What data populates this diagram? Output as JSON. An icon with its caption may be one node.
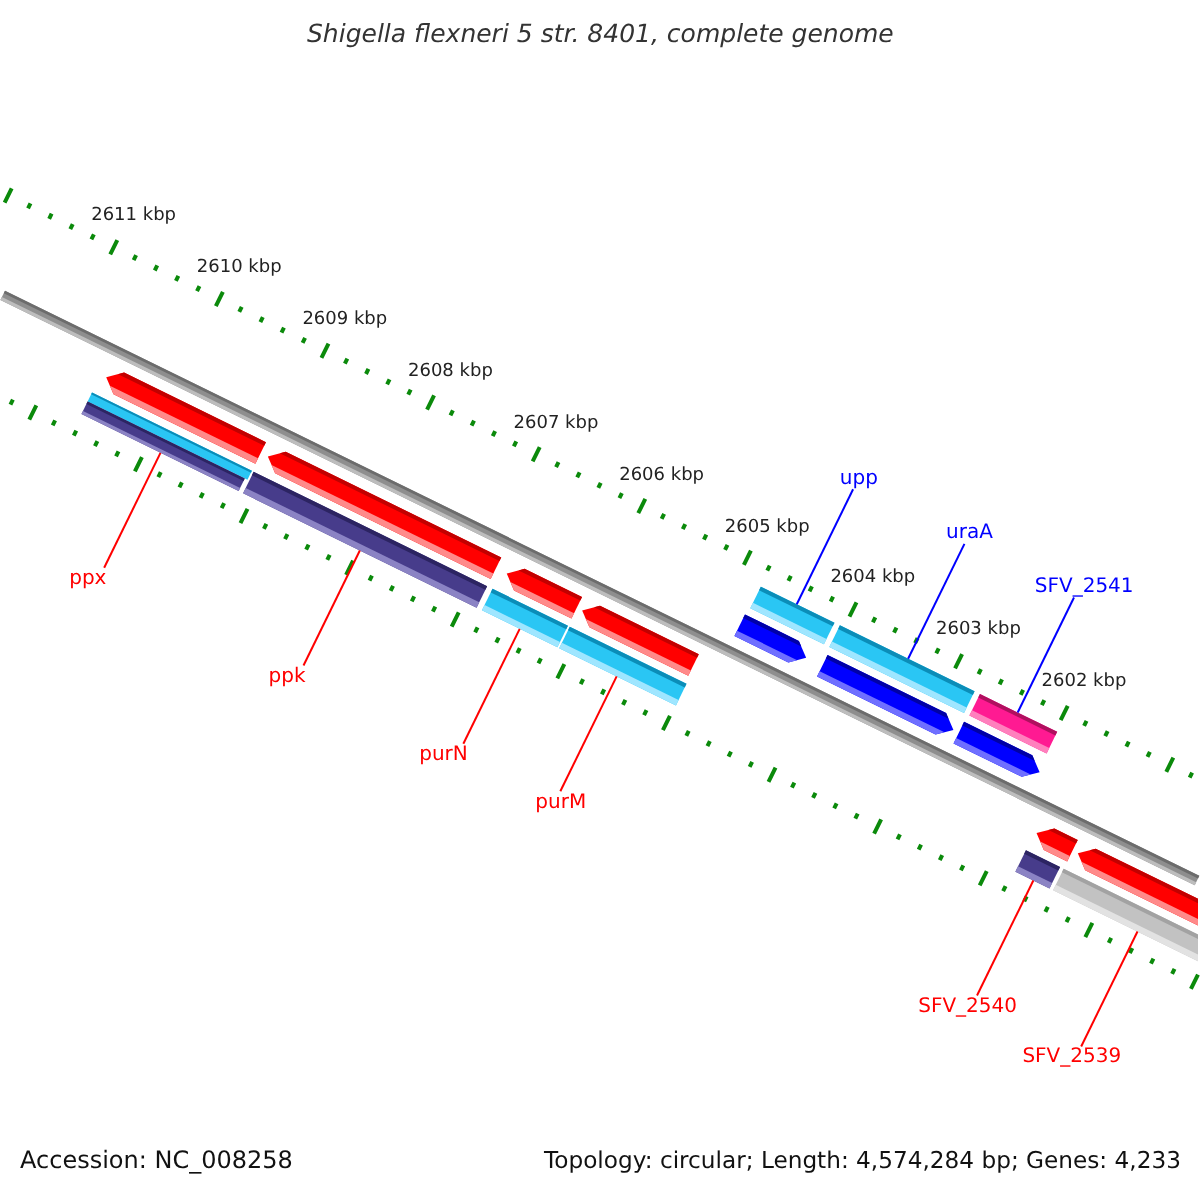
{
  "diagram": {
    "title": "Shigella flexneri 5 str. 8401, complete genome",
    "nodes": [
      {
        "text": [],
        "shape": "pentagon"
      },
      {
        "text": [],
        "shape": "bar"
      },
      {
        "text": [],
        "shape": "bar"
      },
      {
        "text": [
          "ppx"
        ]
      },
      {
        "text": [],
        "shape": "pentagon"
      },
      {
        "text": [],
        "shape": "bar"
      },
      {
        "text": [
          "ppk"
        ]
      },
      {
        "text": [],
        "shape": "pentagon"
      },
      {
        "text": [],
        "shape": "bar"
      },
      {
        "text": [
          "purN"
        ]
      },
      {
        "text": [],
        "shape": "pentagon"
      },
      {
        "text": [],
        "shape": "bar"
      },
      {
        "text": [
          "purM"
        ]
      },
      {
        "text": [],
        "shape": "bar"
      },
      {
        "text": [],
        "shape": "pentagon"
      },
      {
        "text": [
          "upp"
        ]
      },
      {
        "text": [],
        "shape": "bar"
      },
      {
        "text": [],
        "shape": "pentagon"
      },
      {
        "text": [
          "uraA"
        ]
      },
      {
        "text": [],
        "shape": "bar"
      },
      {
        "text": [],
        "shape": "pentagon"
      },
      {
        "text": [
          "SFV_2541"
        ]
      },
      {
        "text": [],
        "shape": "pentagon"
      },
      {
        "text": [],
        "shape": "bar"
      },
      {
        "text": [
          "SFV_2540"
        ]
      },
      {
        "text": [],
        "shape": "pentagon"
      },
      {
        "text": [],
        "shape": "bar"
      },
      {
        "text": [
          "SFV_2539"
        ]
      }
    ],
    "edges": [
      {
        "from": 3,
        "to": 2,
        "arrow": "none"
      },
      {
        "from": 6,
        "to": 5,
        "arrow": "none"
      },
      {
        "from": 9,
        "to": 8,
        "arrow": "none"
      },
      {
        "from": 12,
        "to": 11,
        "arrow": "none"
      },
      {
        "from": 15,
        "to": 13,
        "arrow": "none",
        "color": "#0000ff"
      },
      {
        "from": 18,
        "to": 16,
        "arrow": "none",
        "color": "#0000ff"
      },
      {
        "from": 21,
        "to": 19,
        "arrow": "none",
        "color": "#0000ff"
      },
      {
        "from": 24,
        "to": 23,
        "arrow": "none"
      },
      {
        "from": 27,
        "to": 26,
        "arrow": "none"
      }
    ],
    "labels": [
      "2611 kbp",
      "2610 kbp",
      "2609 kbp",
      "2608 kbp",
      "2607 kbp",
      "2606 kbp",
      "2605 kbp",
      "2604 kbp",
      "2603 kbp",
      "2602 kbp",
      "Accession: NC_008258",
      "Topology: circular; Length: 4,574,284 bp; Genes: 4,233"
    ]
  }
}
